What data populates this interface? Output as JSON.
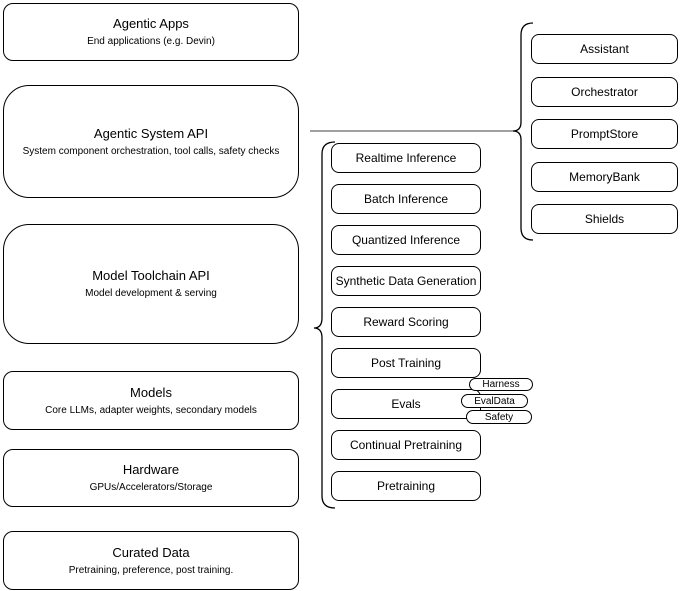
{
  "diagram": {
    "layers": [
      {
        "title": "Agentic Apps",
        "subtitle": "End applications (e.g. Devin)"
      },
      {
        "title": "Agentic System API",
        "subtitle": "System component orchestration, tool calls, safety checks"
      },
      {
        "title": "Model Toolchain API",
        "subtitle": "Model development & serving"
      },
      {
        "title": "Models",
        "subtitle": "Core LLMs, adapter weights, secondary models"
      },
      {
        "title": "Hardware",
        "subtitle": "GPUs/Accelerators/Storage"
      },
      {
        "title": "Curated Data",
        "subtitle": "Pretraining, preference, post training."
      }
    ],
    "toolchain_api_items": [
      "Realtime Inference",
      "Batch Inference",
      "Quantized Inference",
      "Synthetic Data Generation",
      "Reward Scoring",
      "Post Training",
      "Evals",
      "Continual Pretraining",
      "Pretraining"
    ],
    "evals_tags": [
      "Harness",
      "EvalData",
      "Safety"
    ],
    "system_api_components": [
      "Assistant",
      "Orchestrator",
      "PromptStore",
      "MemoryBank",
      "Shields"
    ],
    "colors": {
      "stroke": "#000000",
      "connector_line": "#808080",
      "fill": "#ffffff"
    }
  }
}
